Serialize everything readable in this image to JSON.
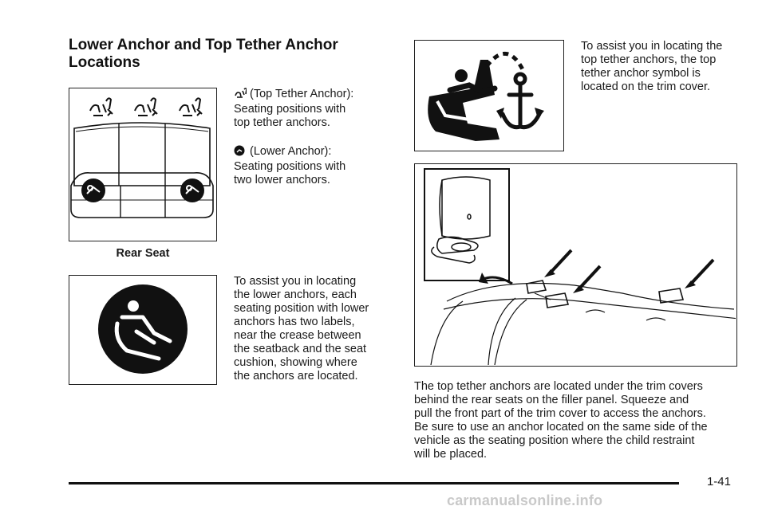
{
  "heading": {
    "line1": "Lower Anchor and Top Tether Anchor",
    "line2": "Locations"
  },
  "rear_seat_figure": {
    "caption": "Rear Seat"
  },
  "legend": {
    "top_tether_label": "(Top Tether Anchor):",
    "top_tether_desc_1": "Seating positions with",
    "top_tether_desc_2": "top tether anchors.",
    "lower_label": "(Lower Anchor):",
    "lower_desc_1": "Seating positions with",
    "lower_desc_2": "two lower anchors."
  },
  "lower_anchor_text": [
    "To assist you in locating",
    "the lower anchors, each",
    "seating position with lower",
    "anchors has two labels,",
    "near the crease between",
    "the seatback and the seat",
    "cushion, showing where",
    "the anchors are located."
  ],
  "top_tether_text": [
    "To assist you in locating the",
    "top tether anchors, the top",
    "tether anchor symbol is",
    "located on the trim cover."
  ],
  "bottom_text": [
    "The top tether anchors are located under the trim covers",
    "behind the rear seats on the filler panel. Squeeze and",
    "pull the front part of the trim cover to access the anchors.",
    "Be sure to use an anchor located on the same side of the",
    "vehicle as the seating position where the child restraint",
    "will be placed."
  ],
  "page_number": "1-41",
  "watermark": "carmanualsonline.info",
  "icons": [
    "top-tether-icon",
    "lower-anchor-icon",
    "tether-anchor-symbol",
    "arrow-icon"
  ]
}
